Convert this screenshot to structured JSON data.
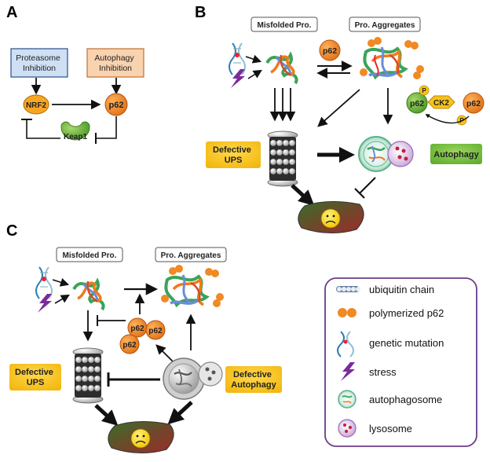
{
  "panels": {
    "a": "A",
    "b": "B",
    "c": "C"
  },
  "panel_a": {
    "proteasome_inhibition": [
      "Proteasome",
      "Inhibition"
    ],
    "autophagy_inhibition": [
      "Autophagy",
      "Inhibition"
    ],
    "nrf2": "NRF2",
    "p62": "p62",
    "keap1": "Keap1"
  },
  "panel_b": {
    "misfolded": "Misfolded Pro.",
    "aggregates": "Pro. Aggregates",
    "p62_top": "p62",
    "p62_green": "p62",
    "p62_right": "p62",
    "ck2": "CK2",
    "phospho": "P",
    "defective_ups": [
      "Defective",
      "UPS"
    ],
    "autophagy": "Autophagy"
  },
  "panel_c": {
    "misfolded": "Misfolded Pro.",
    "aggregates": "Pro. Aggregates",
    "p62_labels": [
      "p62",
      "p62",
      "p62"
    ],
    "defective_ups": [
      "Defective",
      "UPS"
    ],
    "defective_autophagy": [
      "Defective",
      "Autophagy"
    ]
  },
  "legend": {
    "items": [
      "ubiquitin chain",
      "polymerized p62",
      "genetic mutation",
      "stress",
      "autophagosome",
      "lysosome"
    ]
  },
  "colors": {
    "p62": "#f08a24",
    "nrf2": "#f6a623",
    "keap1": "#6fbe44",
    "proteasome_box": "#cfe0f5",
    "autophagy_box": "#f9d2b0",
    "label_yellow": "#f7c21b",
    "label_green": "#7dc243",
    "stress": "#7b2b9c",
    "legend_border": "#6a3d8a"
  }
}
